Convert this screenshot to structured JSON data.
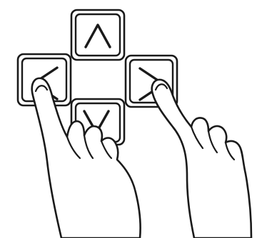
{
  "illustration": {
    "keys": [
      {
        "id": "up",
        "icon": "chevron-up-icon",
        "pressed": false
      },
      {
        "id": "left",
        "icon": "chevron-left-icon",
        "pressed": true
      },
      {
        "id": "right",
        "icon": "chevron-right-icon",
        "pressed": true
      },
      {
        "id": "down",
        "icon": "chevron-down-icon",
        "pressed": false
      }
    ],
    "hands": [
      {
        "side": "left",
        "pressing": "left"
      },
      {
        "side": "right",
        "pressing": "right"
      }
    ],
    "colors": {
      "line": "#1a1a1a",
      "fill": "#ffffff"
    }
  }
}
